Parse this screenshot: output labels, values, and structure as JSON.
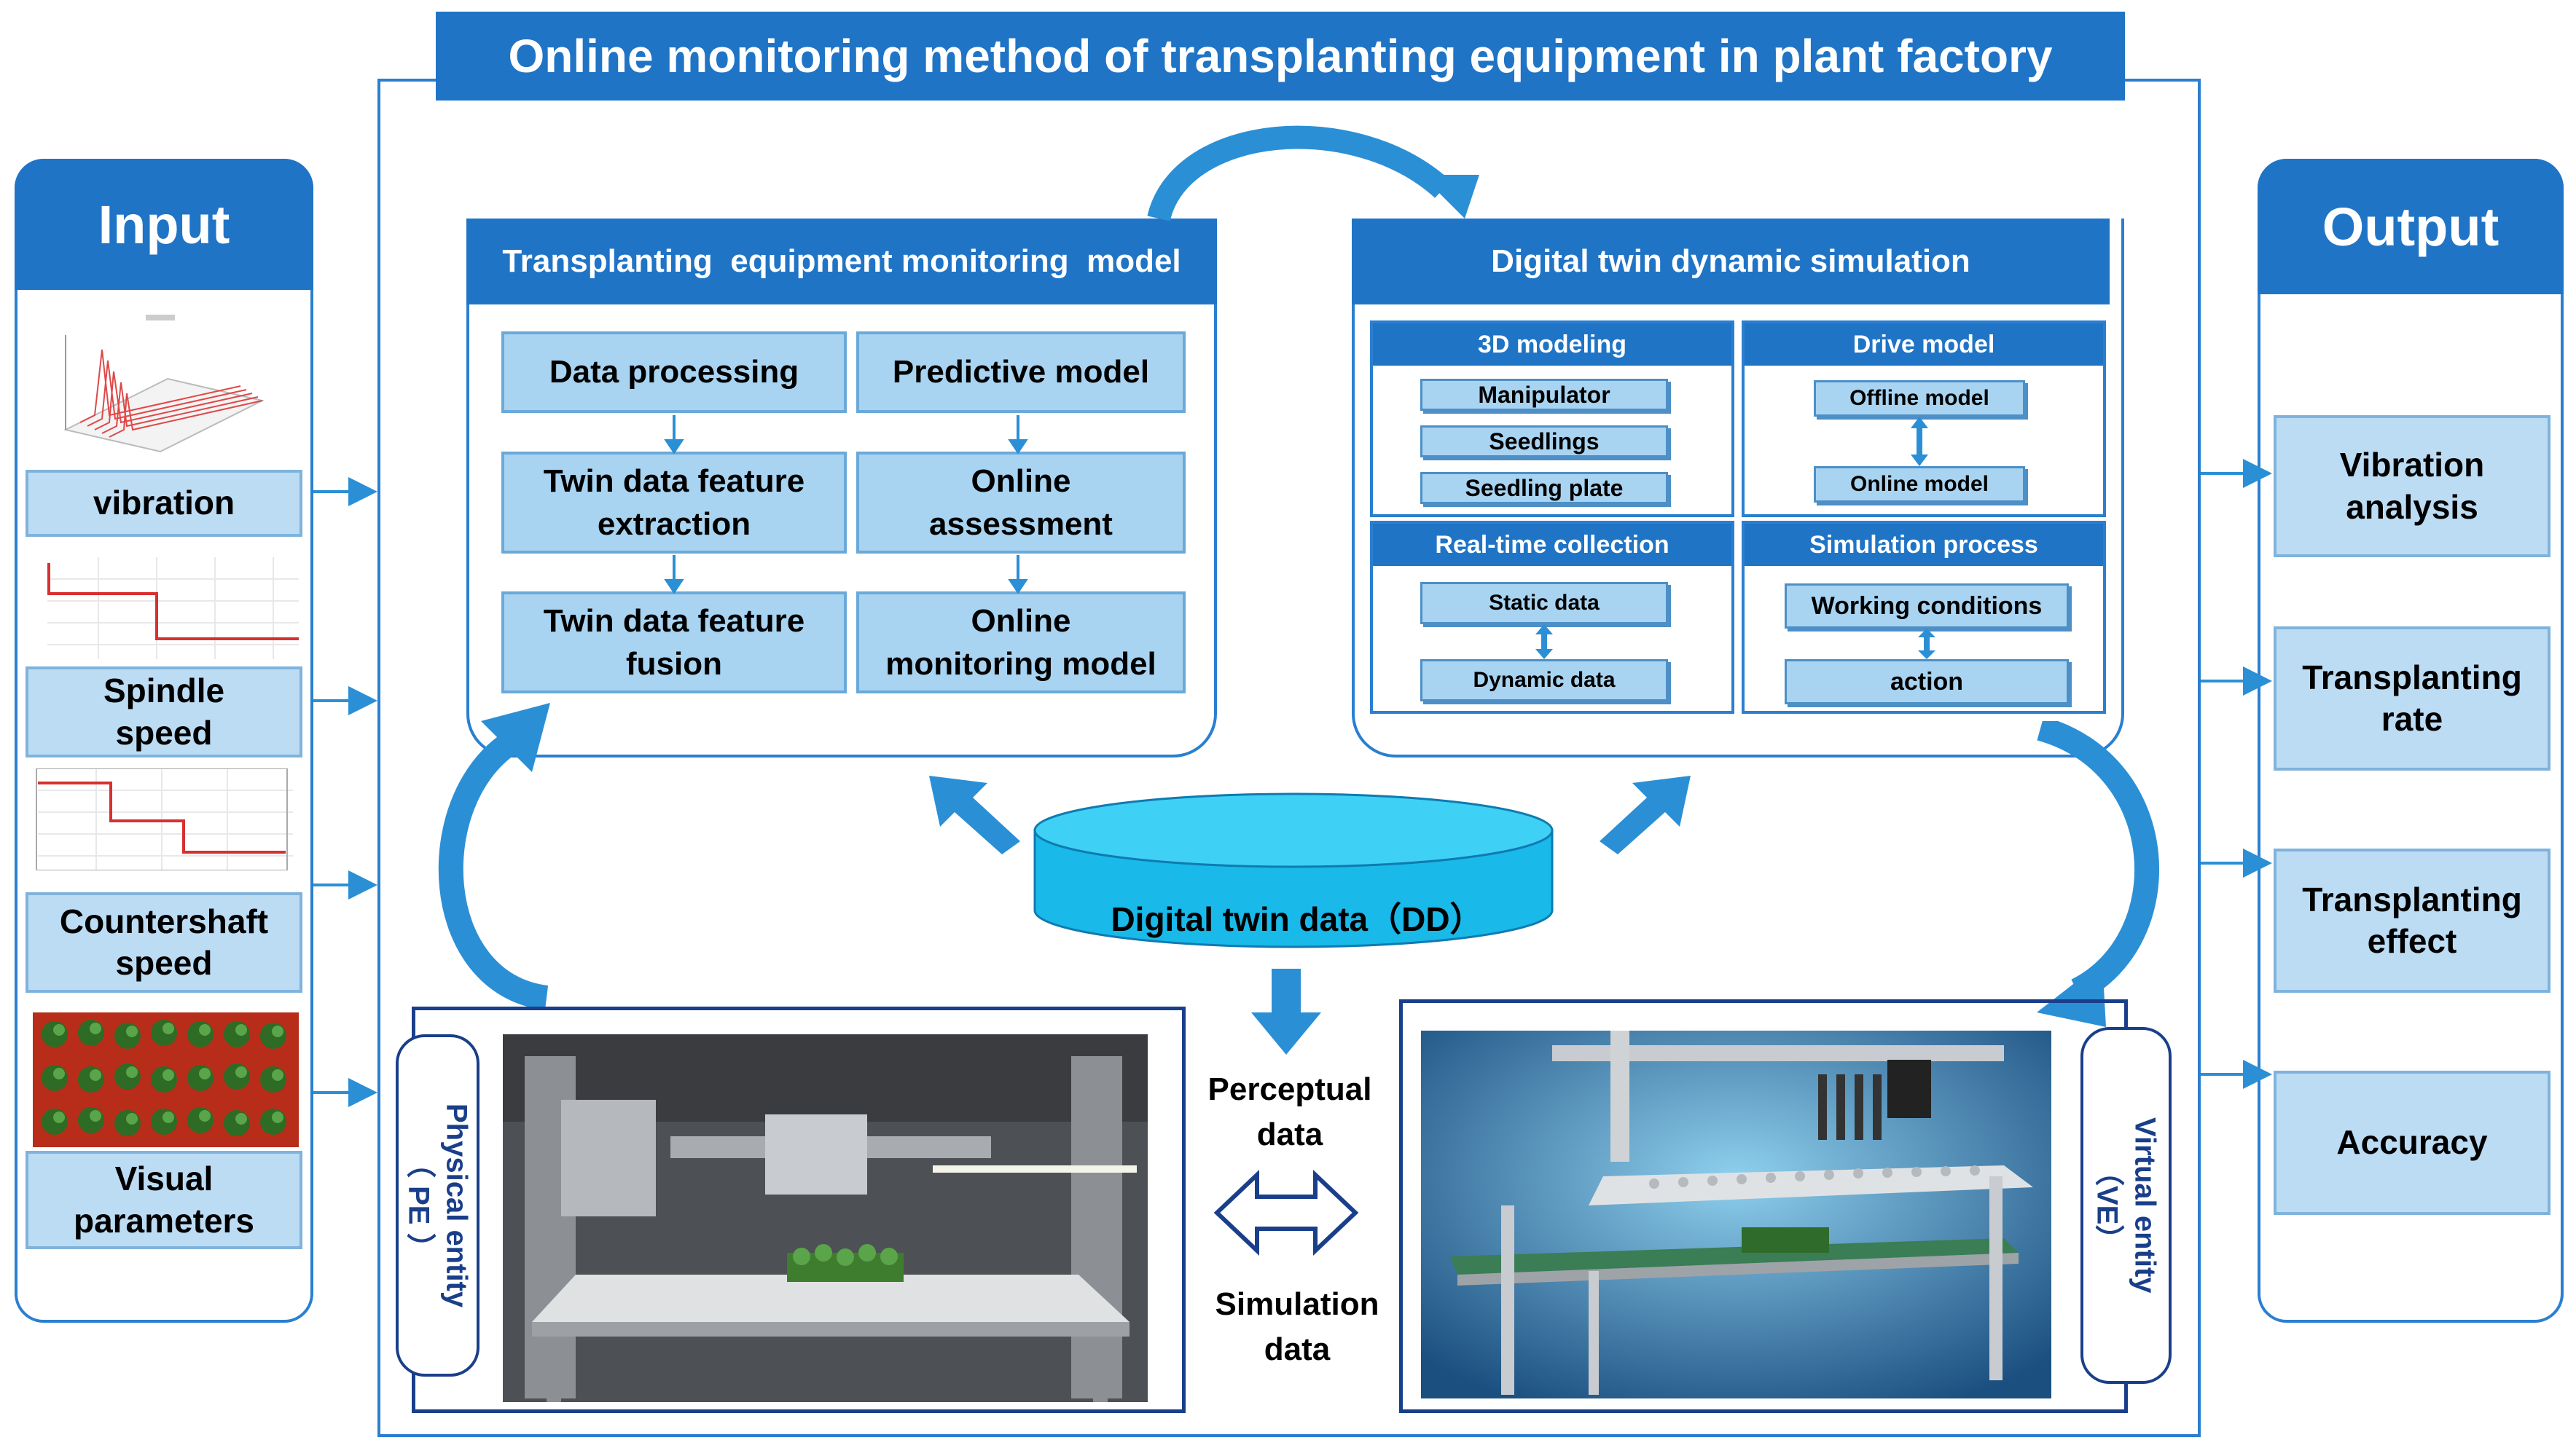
{
  "title": "Online monitoring method of transplanting equipment in plant factory",
  "input": {
    "header": "Input",
    "items": [
      {
        "label": "vibration"
      },
      {
        "label": "Spindle\nspeed"
      },
      {
        "label": "Countershaft\nspeed"
      },
      {
        "label": "Visual\nparameters"
      }
    ]
  },
  "output": {
    "header": "Output",
    "items": [
      {
        "label": "Vibration\nanalysis"
      },
      {
        "label": "Transplanting\nrate"
      },
      {
        "label": "Transplanting\neffect"
      },
      {
        "label": "Accuracy"
      }
    ]
  },
  "monitoring_model": {
    "header": "Transplanting  equipment monitoring  model",
    "left": [
      "Data processing",
      "Twin data feature\nextraction",
      "Twin data feature\nfusion"
    ],
    "right": [
      "Predictive model",
      "Online\nassessment",
      "Online\nmonitoring model"
    ]
  },
  "simulation": {
    "header": "Digital twin dynamic simulation",
    "modeling": {
      "header": "3D modeling",
      "items": [
        "Manipulator",
        "Seedlings",
        "Seedling plate"
      ]
    },
    "drive": {
      "header": "Drive model",
      "items": [
        "Offline model",
        "Online model"
      ]
    },
    "collection": {
      "header": "Real-time collection",
      "items": [
        "Static data",
        "Dynamic data"
      ]
    },
    "process": {
      "header": "Simulation process",
      "items": [
        "Working conditions",
        "action"
      ]
    }
  },
  "digital_twin_data": "Digital twin data（DD）",
  "perceptual_data": "Perceptual\ndata",
  "simulation_data": "Simulation\ndata",
  "physical_entity": "Physical entity\n（ PE ）",
  "virtual_entity": "Virtual entity\n（VE）",
  "colors": {
    "primary": "#1f74c6",
    "box_fill": "#a8d4f2",
    "side_fill": "#bcdcf4",
    "arrow": "#2b8fd6",
    "cylinder": "#19b9ea"
  }
}
